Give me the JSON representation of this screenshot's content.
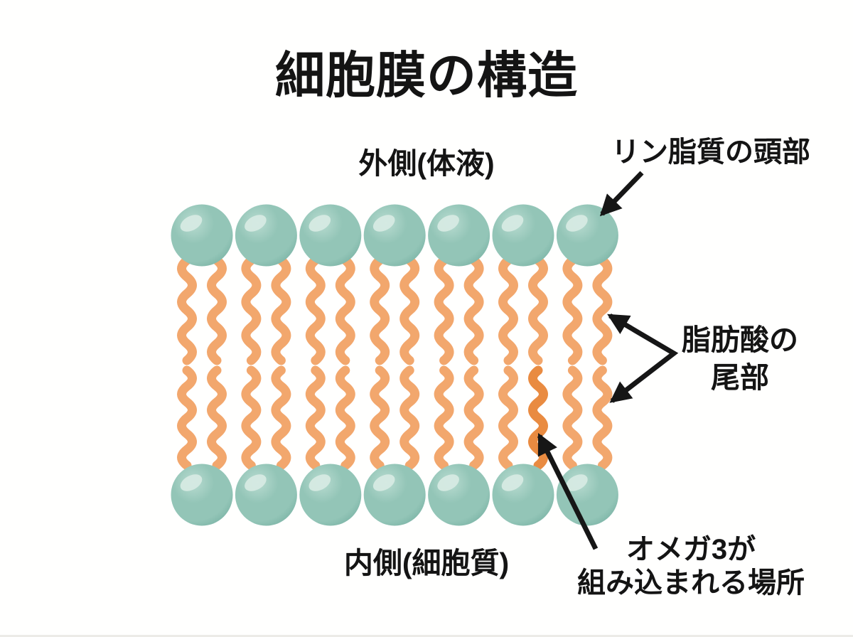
{
  "title": "細胞膜の構造",
  "labels": {
    "outside": "外側(体液)",
    "phospholipid_head": "リン脂質の頭部",
    "fatty_acid_tails_line1": "脂肪酸の",
    "fatty_acid_tails_line2": "尾部",
    "inside": "内側(細胞質)",
    "omega3_line1": "オメガ3が",
    "omega3_line2": "組み込まれる場所"
  },
  "membrane": {
    "lipid_columns": 7,
    "layers": 2,
    "tails_per_lipid": 2,
    "highlighted_tail": {
      "layer": "inner",
      "column": 6,
      "side": "right"
    }
  },
  "colors": {
    "background": "#fffffe",
    "text": "#141414",
    "arrow": "#161616",
    "head_base": "#93c5b7",
    "head_light": "#b9dcd1",
    "head_highlight": "#d6eae3",
    "head_dark": "#7ab3a5",
    "tail": "#f2a76d",
    "tail_highlight": "#e98b41",
    "footer_line": "#ecebe7"
  }
}
